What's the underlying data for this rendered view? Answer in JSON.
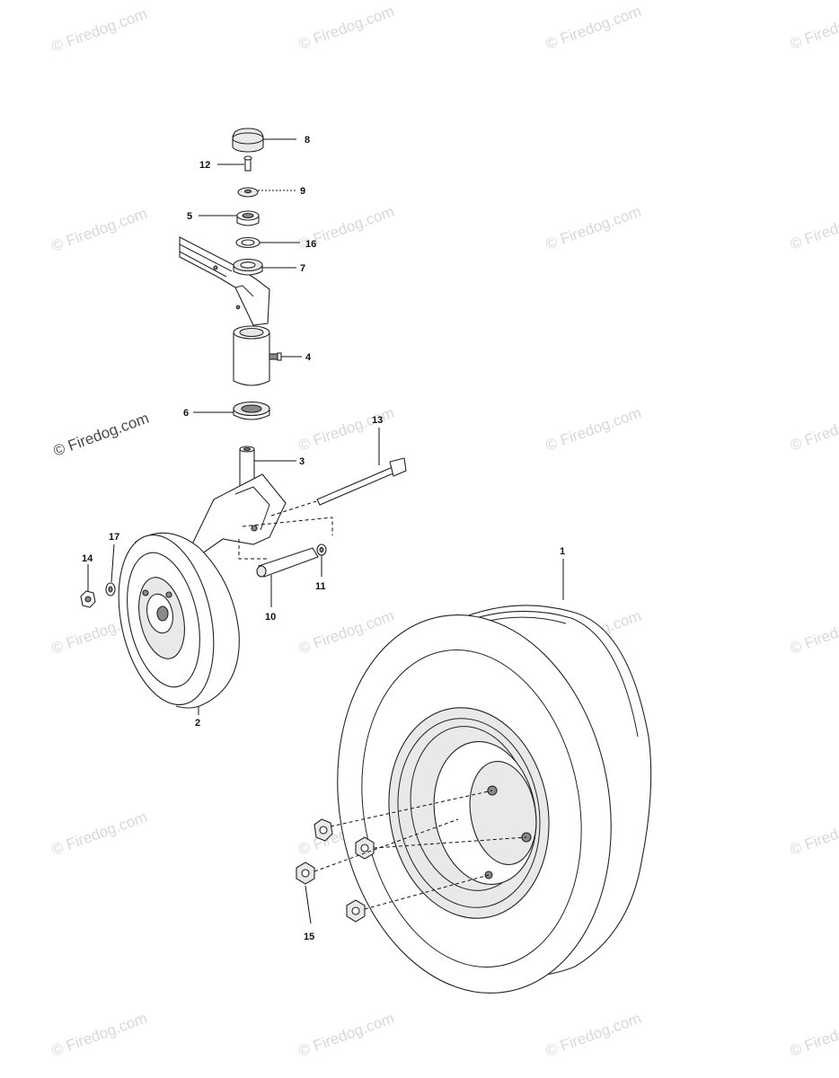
{
  "watermark": {
    "text": "© Firedog.com",
    "featured_text": "© Firedog.com"
  },
  "callouts": {
    "p1": "1",
    "p2": "2",
    "p3": "3",
    "p4": "4",
    "p5": "5",
    "p6": "6",
    "p7": "7",
    "p8": "8",
    "p9": "9",
    "p10": "10",
    "p11": "11",
    "p12": "12",
    "p13": "13",
    "p14": "14",
    "p15": "15",
    "p16": "16",
    "p17": "17"
  }
}
